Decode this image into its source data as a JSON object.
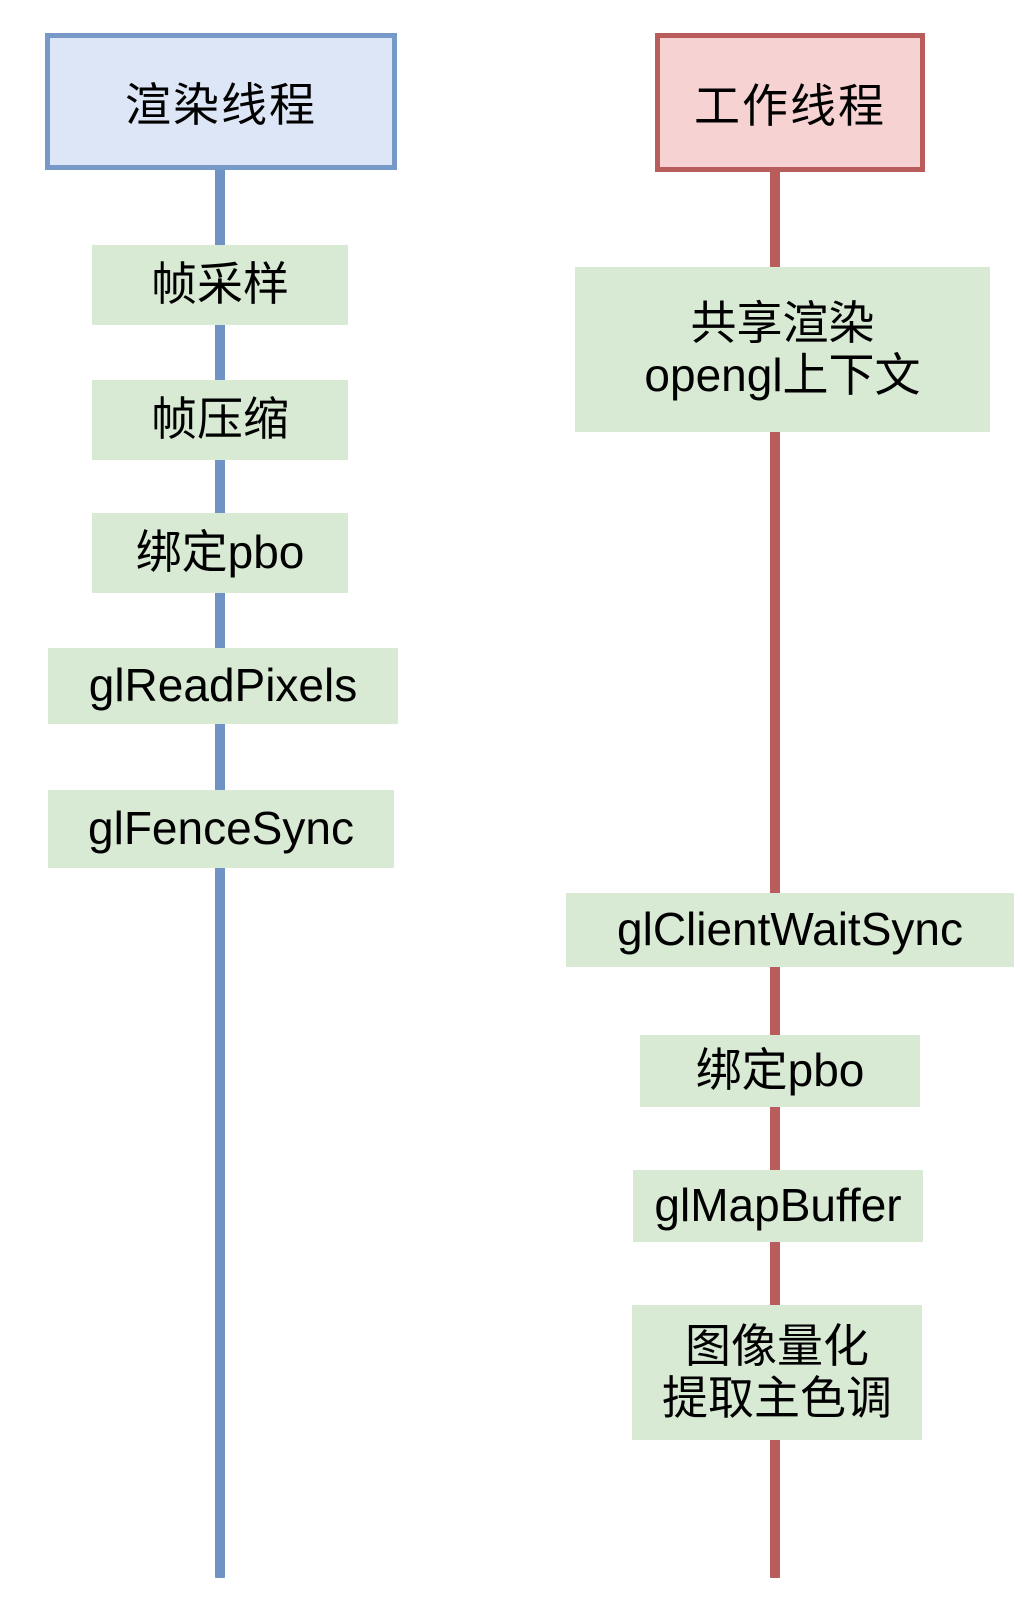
{
  "diagram": {
    "type": "two-lane-sequence-flow",
    "colors": {
      "render_lane_border": "#7699c8",
      "render_lane_fill": "#dce6f6",
      "render_lifeline": "#6f93c4",
      "worker_lane_border": "#b85c5c",
      "worker_lane_fill": "#f7d2d2",
      "worker_lifeline": "#b85c5c",
      "step_fill": "#d8e9d4",
      "text": "#000000",
      "background": "#ffffff"
    },
    "lanes": [
      {
        "id": "render-thread",
        "title": "渲染线程",
        "steps": [
          {
            "id": "frame-sample",
            "label": "帧采样"
          },
          {
            "id": "frame-compress",
            "label": "帧压缩"
          },
          {
            "id": "bind-pbo-render",
            "label": "绑定pbo"
          },
          {
            "id": "gl-read-pixels",
            "label": "glReadPixels"
          },
          {
            "id": "gl-fence-sync",
            "label": "glFenceSync"
          }
        ]
      },
      {
        "id": "worker-thread",
        "title": "工作线程",
        "steps": [
          {
            "id": "shared-gl-context",
            "label": "共享渲染",
            "label2": "opengl上下文"
          },
          {
            "id": "gl-client-wait-sync",
            "label": "glClientWaitSync"
          },
          {
            "id": "bind-pbo-worker",
            "label": "绑定pbo"
          },
          {
            "id": "gl-map-buffer",
            "label": "glMapBuffer"
          },
          {
            "id": "image-quantize",
            "label": "图像量化",
            "label2": "提取主色调"
          }
        ]
      }
    ]
  }
}
